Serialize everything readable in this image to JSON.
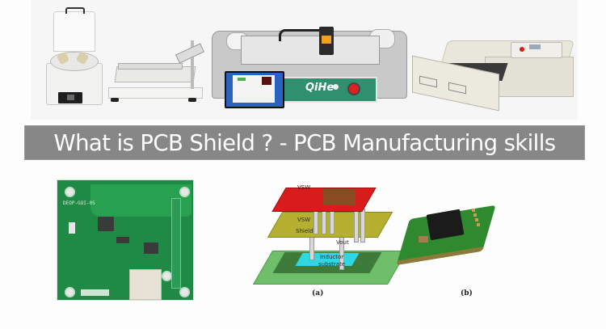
{
  "banner": {
    "title": "What is PCB Shield ? - PCB Manufacturing skills",
    "background_color": "#878787",
    "text_color": "#ffffff"
  },
  "top_photos": {
    "items": [
      {
        "name": "solder paste mixer"
      },
      {
        "name": "manual stencil printer"
      },
      {
        "name": "pick and place machine",
        "brand": "QiHe"
      },
      {
        "name": "reflow oven"
      }
    ]
  },
  "bottom_images": {
    "pcb": {
      "name": "green circuit board",
      "silkscreen": "DEOP-GOI-0S"
    },
    "diagram_a": {
      "labels": [
        "VSW",
        "VSW",
        "Shield",
        "Vout",
        "Inductor",
        "substrate"
      ],
      "caption": "(a)"
    },
    "module_b": {
      "caption": "(b)"
    }
  }
}
